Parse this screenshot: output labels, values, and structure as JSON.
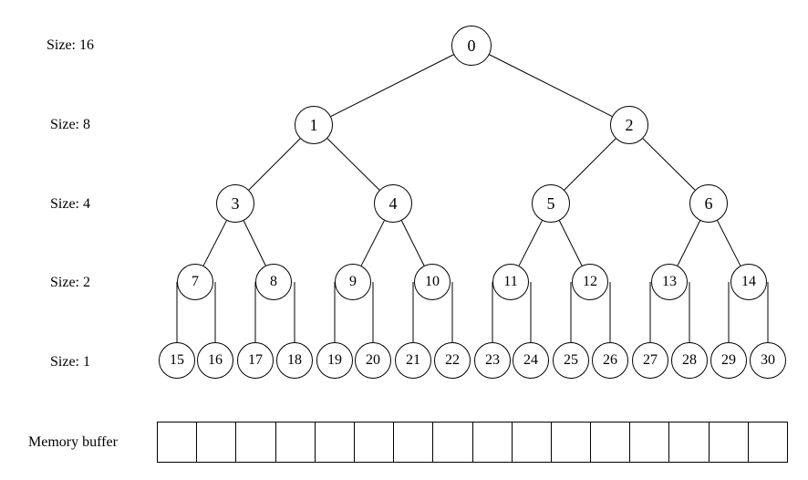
{
  "levels": [
    {
      "label": "Size: 16",
      "nodes": [
        "0"
      ]
    },
    {
      "label": "Size: 8",
      "nodes": [
        "1",
        "2"
      ]
    },
    {
      "label": "Size: 4",
      "nodes": [
        "3",
        "4",
        "5",
        "6"
      ]
    },
    {
      "label": "Size: 2",
      "nodes": [
        "7",
        "8",
        "9",
        "10",
        "11",
        "12",
        "13",
        "14"
      ]
    },
    {
      "label": "Size: 1",
      "nodes": [
        "15",
        "16",
        "17",
        "18",
        "19",
        "20",
        "21",
        "22",
        "23",
        "24",
        "25",
        "26",
        "27",
        "28",
        "29",
        "30"
      ]
    }
  ],
  "memory_buffer": {
    "label": "Memory buffer",
    "cells": 16
  }
}
